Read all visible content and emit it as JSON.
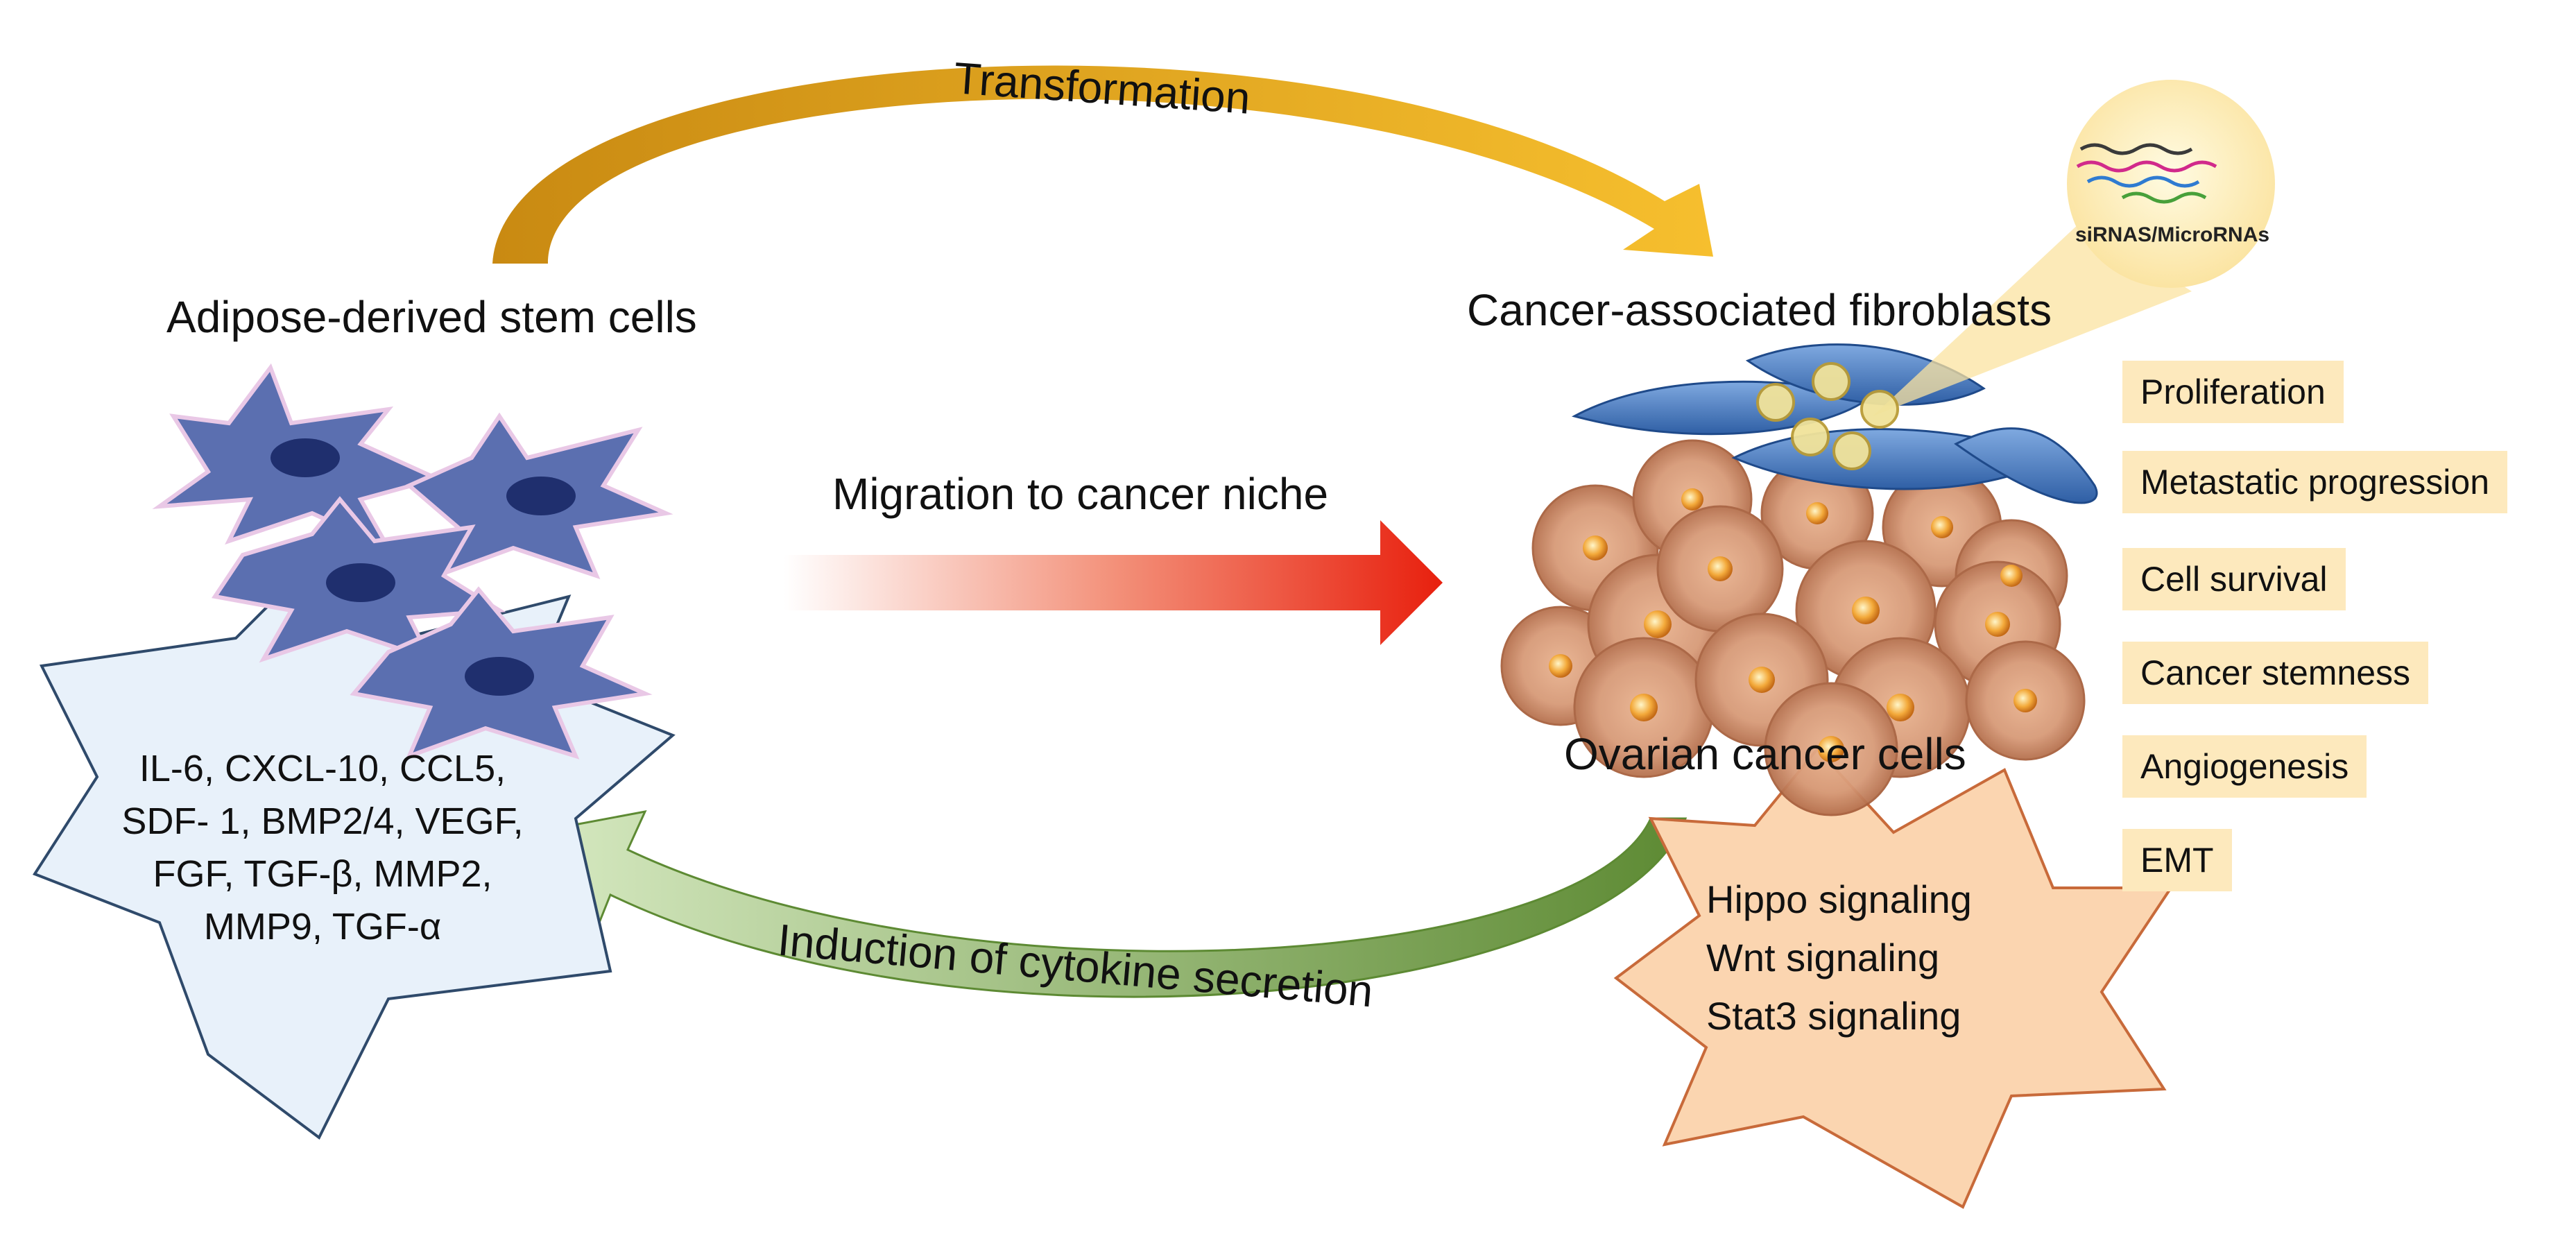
{
  "arrows": {
    "top": "Transformation",
    "middle": "Migration to cancer niche",
    "bottom": "Induction of cytokine secretion"
  },
  "labels": {
    "adipose": "Adipose-derived stem cells",
    "caf": "Cancer-associated fibroblasts",
    "ovarian": "Ovarian cancer cells",
    "mirna": "siRNAS/MicroRNAs"
  },
  "cytokines": [
    "IL-6, CXCL-10, CCL5,",
    "SDF- 1, BMP2/4, VEGF,",
    "FGF, TGF-β, MMP2,",
    "MMP9, TGF-α"
  ],
  "signaling": [
    "Hippo signaling",
    "Wnt signaling",
    "Stat3 signaling"
  ],
  "effects": [
    "Proliferation",
    "Metastatic progression",
    "Cell survival",
    "Cancer stemness",
    "Angiogenesis",
    "EMT"
  ],
  "colors": {
    "transformation_arrow": "#e2a826",
    "migration_arrow": "#e8301c",
    "induction_arrow": "#7bab4c",
    "cytokine_star": "#e8f1fa",
    "signaling_star": "#fbd5b0",
    "effect_box": "#fde9bd",
    "stem_cell": "#5b6fb0",
    "fibroblast": "#3f73b8",
    "cancer_cell": "#c9886a"
  }
}
